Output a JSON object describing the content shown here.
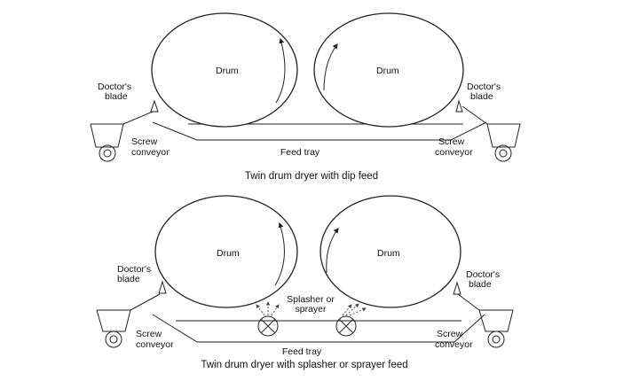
{
  "top": {
    "drum_left": "Drum",
    "drum_right": "Drum",
    "blade_left_line1": "Doctor's",
    "blade_left_line2": "blade",
    "blade_right_line1": "Doctor's",
    "blade_right_line2": "blade",
    "screw_left_line1": "Screw",
    "screw_left_line2": "conveyor",
    "screw_right_line1": "Screw",
    "screw_right_line2": "conveyor",
    "feed_tray": "Feed tray",
    "caption": "Twin drum dryer with dip feed"
  },
  "bottom": {
    "drum_left": "Drum",
    "drum_right": "Drum",
    "blade_left_line1": "Doctor's",
    "blade_left_line2": "blade",
    "blade_right_line1": "Doctor's",
    "blade_right_line2": "blade",
    "screw_left_line1": "Screw",
    "screw_left_line2": "conveyor",
    "screw_right_line1": "Screw",
    "screw_right_line2": "conveyor",
    "splasher_line1": "Splasher or",
    "splasher_line2": "sprayer",
    "feed_tray": "Feed tray",
    "caption": "Twin drum dryer with splasher or sprayer feed"
  }
}
